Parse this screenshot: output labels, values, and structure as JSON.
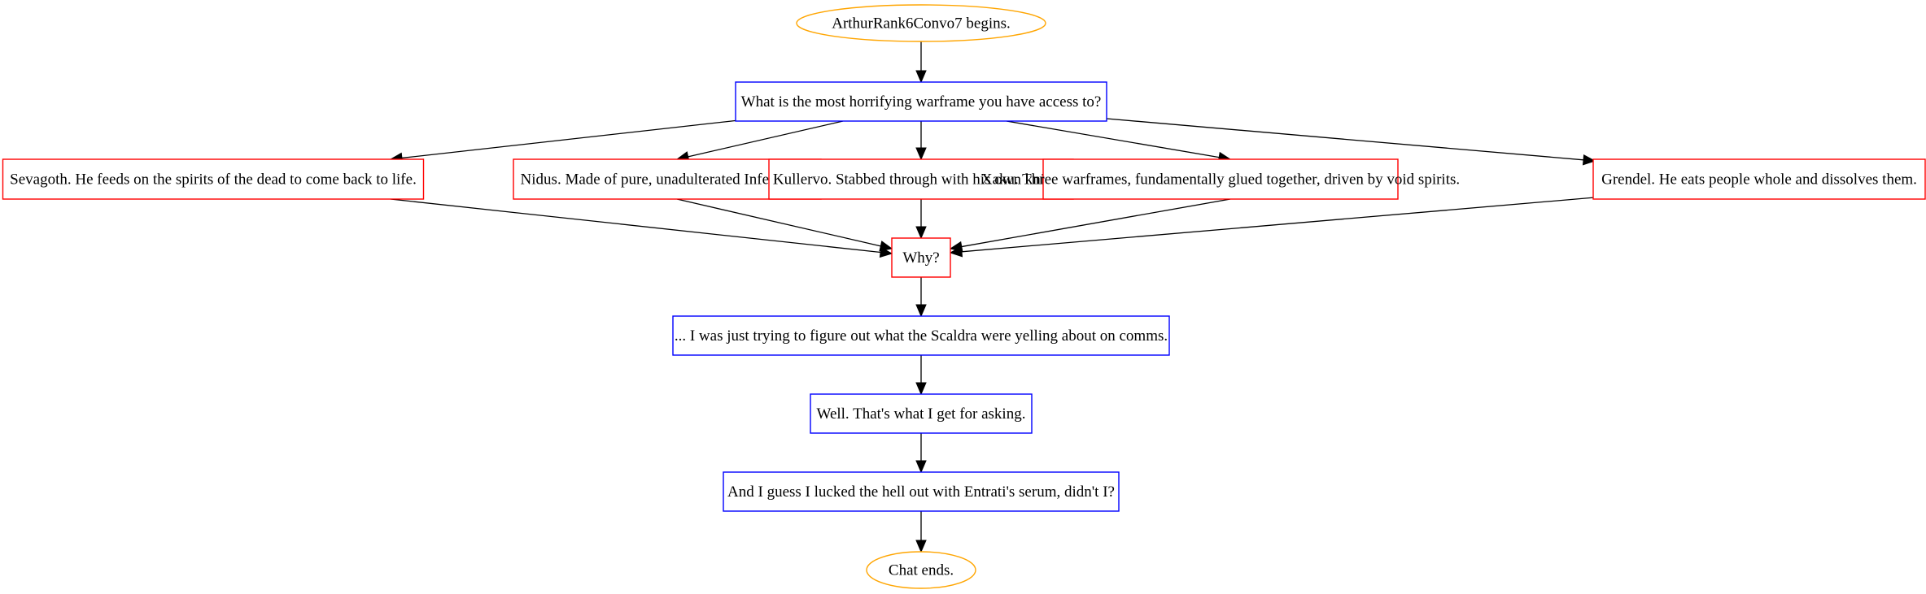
{
  "colors": {
    "terminal": "#FFA500",
    "speaker": "#0000FF",
    "player": "#FF0000",
    "edge": "#000000",
    "text": "#000000"
  },
  "diagram": {
    "nodes": [
      {
        "id": "start",
        "kind": "terminal",
        "label": "ArthurRank6Convo7 begins."
      },
      {
        "id": "q1",
        "kind": "speaker",
        "label": "What is the most horrifying warframe you have access to?"
      },
      {
        "id": "opt_sevagoth",
        "kind": "player",
        "label": "Sevagoth. He feeds on the spirits of the dead to come back to life."
      },
      {
        "id": "opt_nidus",
        "kind": "player",
        "label": "Nidus. Made of pure, unadulterated Infestation."
      },
      {
        "id": "opt_kullervo",
        "kind": "player",
        "label": "Kullervo. Stabbed through with his own knives."
      },
      {
        "id": "opt_xaku",
        "kind": "player",
        "label": "Xaku. Three warframes, fundamentally glued together, driven by void spirits."
      },
      {
        "id": "opt_grendel",
        "kind": "player",
        "label": "Grendel. He eats people whole and dissolves them."
      },
      {
        "id": "why",
        "kind": "player",
        "label": "Why?"
      },
      {
        "id": "r1",
        "kind": "speaker",
        "label": "... I was just trying to figure out what the Scaldra were yelling about on comms."
      },
      {
        "id": "r2",
        "kind": "speaker",
        "label": "Well. That's what I get for asking."
      },
      {
        "id": "r3",
        "kind": "speaker",
        "label": "And I guess I lucked the hell out with Entrati's serum, didn't I?"
      },
      {
        "id": "end",
        "kind": "terminal",
        "label": "Chat ends."
      }
    ],
    "edges": [
      {
        "from": "start",
        "to": "q1"
      },
      {
        "from": "q1",
        "to": "opt_sevagoth"
      },
      {
        "from": "q1",
        "to": "opt_nidus"
      },
      {
        "from": "q1",
        "to": "opt_kullervo"
      },
      {
        "from": "q1",
        "to": "opt_xaku"
      },
      {
        "from": "q1",
        "to": "opt_grendel"
      },
      {
        "from": "opt_sevagoth",
        "to": "why"
      },
      {
        "from": "opt_nidus",
        "to": "why"
      },
      {
        "from": "opt_kullervo",
        "to": "why"
      },
      {
        "from": "opt_xaku",
        "to": "why"
      },
      {
        "from": "opt_grendel",
        "to": "why"
      },
      {
        "from": "why",
        "to": "r1"
      },
      {
        "from": "r1",
        "to": "r2"
      },
      {
        "from": "r2",
        "to": "r3"
      },
      {
        "from": "r3",
        "to": "end"
      }
    ]
  }
}
